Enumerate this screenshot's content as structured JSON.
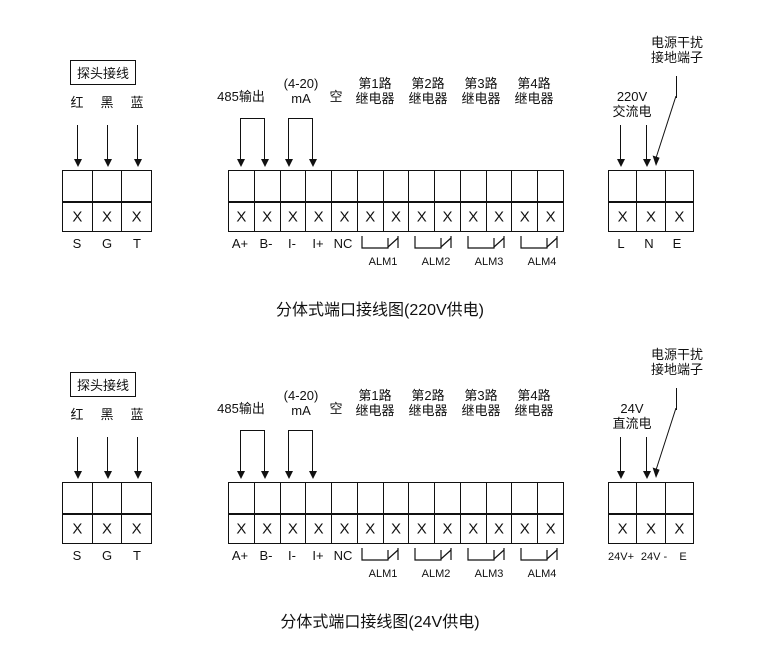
{
  "figure": {
    "panels": [
      {
        "id": "panel-220v",
        "caption": "分体式端口接线图(220V供电)",
        "probe": {
          "title": "探头接线",
          "wire_labels": [
            "红",
            "黑",
            "蓝"
          ],
          "terminal_labels": [
            "S",
            "G",
            "T"
          ],
          "cells": [
            "X",
            "X",
            "X"
          ]
        },
        "main": {
          "group_labels": [
            {
              "text": "485输出"
            },
            {
              "text": "(4-20)\nmA"
            },
            {
              "text": "空"
            },
            {
              "text": "第1路\n继电器"
            },
            {
              "text": "第2路\n继电器"
            },
            {
              "text": "第3路\n继电器"
            },
            {
              "text": "第4路\n继电器"
            }
          ],
          "terminal_labels": [
            "A+",
            "B-",
            "I-",
            "I+",
            "NC"
          ],
          "relay_labels": [
            "ALM1",
            "ALM2",
            "ALM3",
            "ALM4"
          ],
          "cells": [
            "X",
            "X",
            "X",
            "X",
            "X",
            "X",
            "X",
            "X",
            "X",
            "X",
            "X",
            "X",
            "X"
          ]
        },
        "power": {
          "top_note": "电源干扰\n接地端子",
          "voltage_label": "220V\n交流电",
          "terminal_labels": [
            "L",
            "N",
            "E"
          ],
          "cells": [
            "X",
            "X",
            "X"
          ]
        }
      },
      {
        "id": "panel-24v",
        "caption": "分体式端口接线图(24V供电)",
        "probe": {
          "title": "探头接线",
          "wire_labels": [
            "红",
            "黑",
            "蓝"
          ],
          "terminal_labels": [
            "S",
            "G",
            "T"
          ],
          "cells": [
            "X",
            "X",
            "X"
          ]
        },
        "main": {
          "group_labels": [
            {
              "text": "485输出"
            },
            {
              "text": "(4-20)\nmA"
            },
            {
              "text": "空"
            },
            {
              "text": "第1路\n继电器"
            },
            {
              "text": "第2路\n继电器"
            },
            {
              "text": "第3路\n继电器"
            },
            {
              "text": "第4路\n继电器"
            }
          ],
          "terminal_labels": [
            "A+",
            "B-",
            "I-",
            "I+",
            "NC"
          ],
          "relay_labels": [
            "ALM1",
            "ALM2",
            "ALM3",
            "ALM4"
          ],
          "cells": [
            "X",
            "X",
            "X",
            "X",
            "X",
            "X",
            "X",
            "X",
            "X",
            "X",
            "X",
            "X",
            "X"
          ]
        },
        "power": {
          "top_note": "电源干扰\n接地端子",
          "voltage_label": "24V\n直流电",
          "terminal_labels": [
            "24V+",
            "24V -",
            "E"
          ],
          "cells": [
            "X",
            "X",
            "X"
          ]
        }
      }
    ],
    "colors": {
      "line": "#111111",
      "background": "#ffffff",
      "text": "#111111"
    }
  }
}
